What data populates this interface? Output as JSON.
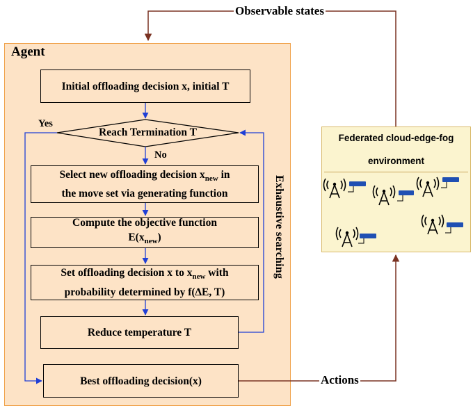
{
  "agent": {
    "title": "Agent",
    "initial": "Initial offloading decision x, initial T",
    "termination": "Reach Termination T",
    "select_line1": "Select new offloading decision x",
    "select_sub": "new",
    "select_line1_tail": " in",
    "select_line2": "the move set via generating function",
    "compute_line1": "Compute the objective function",
    "compute_line2_pre": "E(x",
    "compute_sub": "new",
    "compute_line2_post": ")",
    "set_line1_pre": "Set offloading decision x to x",
    "set_sub": "new",
    "set_line1_post": " with",
    "set_line2": "probability determined by f(∆E, T)",
    "reduce": "Reduce temperature T",
    "best": "Best offloading decision(x)",
    "yes": "Yes",
    "no": "No",
    "loop_label": "Exhaustive searching"
  },
  "environment": {
    "title_line1": "Federated cloud-edge-fog",
    "title_line2": "environment",
    "icons": [
      "antenna-router-icon",
      "antenna-router-icon",
      "antenna-router-icon",
      "antenna-router-icon",
      "antenna-router-icon"
    ]
  },
  "links": {
    "observable": "Observable states",
    "actions": "Actions"
  },
  "colors": {
    "agent_fill": "#fde3c6",
    "agent_border": "#f0a24a",
    "env_fill": "#fbf4cf",
    "flow_arrow": "#1f3fd6",
    "outer_arrow": "#7a3222",
    "router": "#1f4fb3"
  }
}
